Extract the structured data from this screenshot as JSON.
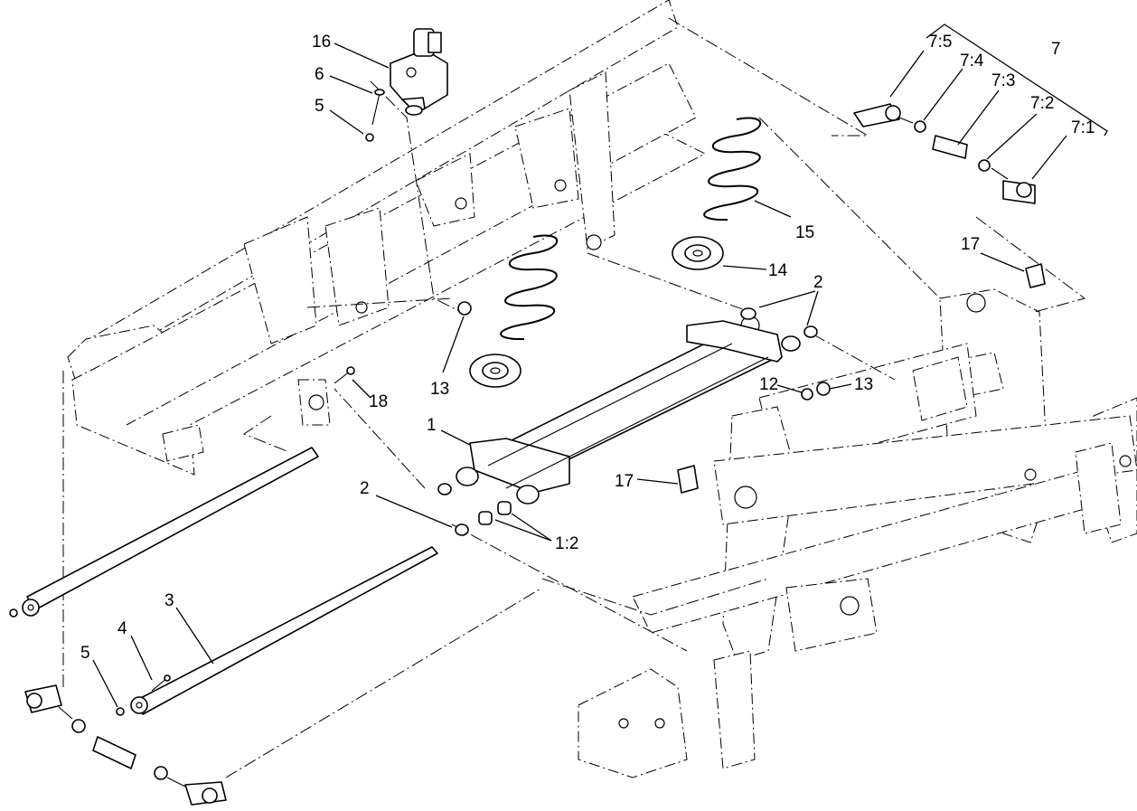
{
  "callouts": {
    "c16": "16",
    "c6": "6",
    "c5_top": "5",
    "c7_5": "7:5",
    "c7_4": "7:4",
    "c7_3": "7:3",
    "c7": "7",
    "c7_2": "7:2",
    "c7_1": "7:1",
    "c15": "15",
    "c14": "14",
    "c17_top": "17",
    "c2_right": "2",
    "c13_left": "13",
    "c18": "18",
    "c12": "12",
    "c13_right": "13",
    "c1": "1",
    "c17_mid": "17",
    "c2_left": "2",
    "c1_2": "1:2",
    "c3": "3",
    "c4": "4",
    "c5_bottom": "5"
  }
}
